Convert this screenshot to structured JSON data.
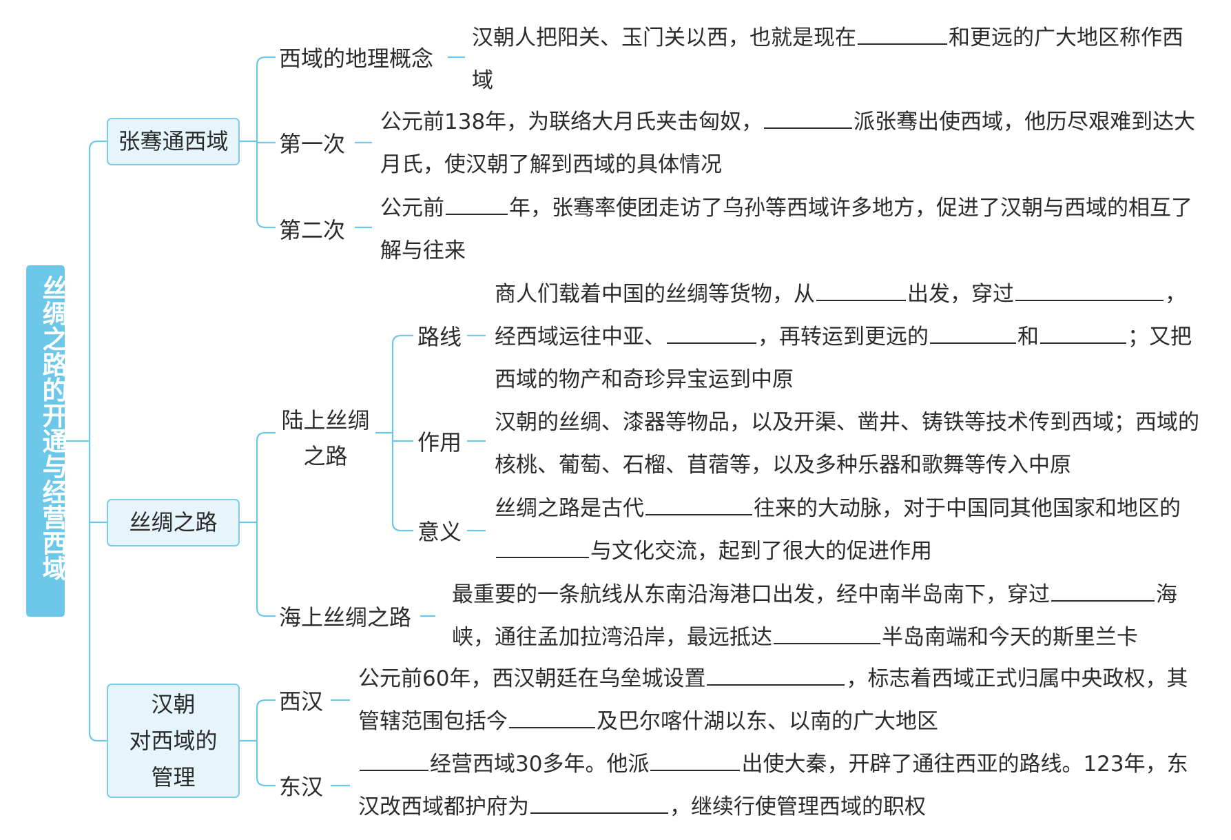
{
  "root": {
    "title": "丝绸之路的开通与经营西域"
  },
  "branches": {
    "zhangqian": {
      "label": "张骞通西域",
      "geo": {
        "label": "西域的地理概念",
        "parts": [
          "汉朝人把阳关、玉门关以西，也就是现在",
          "和更远的广大地区称作西域"
        ]
      },
      "first": {
        "label": "第一次",
        "parts": [
          "公元前138年，为联络大月氏夹击匈奴，",
          "派张骞出使西域，他历尽艰难到达大月氏，使汉朝了解到西域的具体情况"
        ]
      },
      "second": {
        "label": "第二次",
        "parts": [
          "公元前",
          "年，张骞率使团走访了乌孙等西域许多地方，促进了汉朝与西域的相互了解与往来"
        ]
      }
    },
    "silkroad": {
      "label": "丝绸之路",
      "land": {
        "label": "陆上丝绸之路",
        "route": {
          "label": "路线",
          "parts": [
            "商人们载着中国的丝绸等货物，从",
            "出发，穿过",
            "，经西域运往中亚、",
            "，再转运到更远的",
            "和",
            "；又把西域的物产和奇珍异宝运到中原"
          ]
        },
        "effect": {
          "label": "作用",
          "parts": [
            "汉朝的丝绸、漆器等物品，以及开渠、凿井、铸铁等技术传到西域；西域的核桃、葡萄、石榴、苜蓿等，以及多种乐器和歌舞等传入中原"
          ]
        },
        "meaning": {
          "label": "意义",
          "parts": [
            "丝绸之路是古代",
            "往来的大动脉，对于中国同其他国家和地区的",
            "与文化交流，起到了很大的促进作用"
          ]
        }
      },
      "sea": {
        "label": "海上丝绸之路",
        "parts": [
          "最重要的一条航线从东南沿海港口出发，经中南半岛南下，穿过",
          "海峡，通往孟加拉湾沿岸，最远抵达",
          "半岛南端和今天的斯里兰卡"
        ]
      }
    },
    "admin": {
      "label": "汉朝\n对西域的\n管理",
      "west": {
        "label": "西汉",
        "parts": [
          "公元前60年，西汉朝廷在乌垒城设置",
          "，标志着西域正式归属中央政权，其管辖范围包括今",
          "及巴尔喀什湖以东、以南的广大地区"
        ]
      },
      "east": {
        "label": "东汉",
        "parts": [
          "",
          "经营西域30多年。他派",
          "出使大秦，开辟了通往西亚的路线。123年，东汉改西域都护府为",
          "，继续行使管理西域的职权"
        ]
      }
    }
  },
  "colors": {
    "line": "#6cc7e8",
    "root_fill": "#6cc7e8",
    "box_fill": "#e6f5fb",
    "box_border": "#7ccbe7",
    "text": "#2b2b2b"
  }
}
